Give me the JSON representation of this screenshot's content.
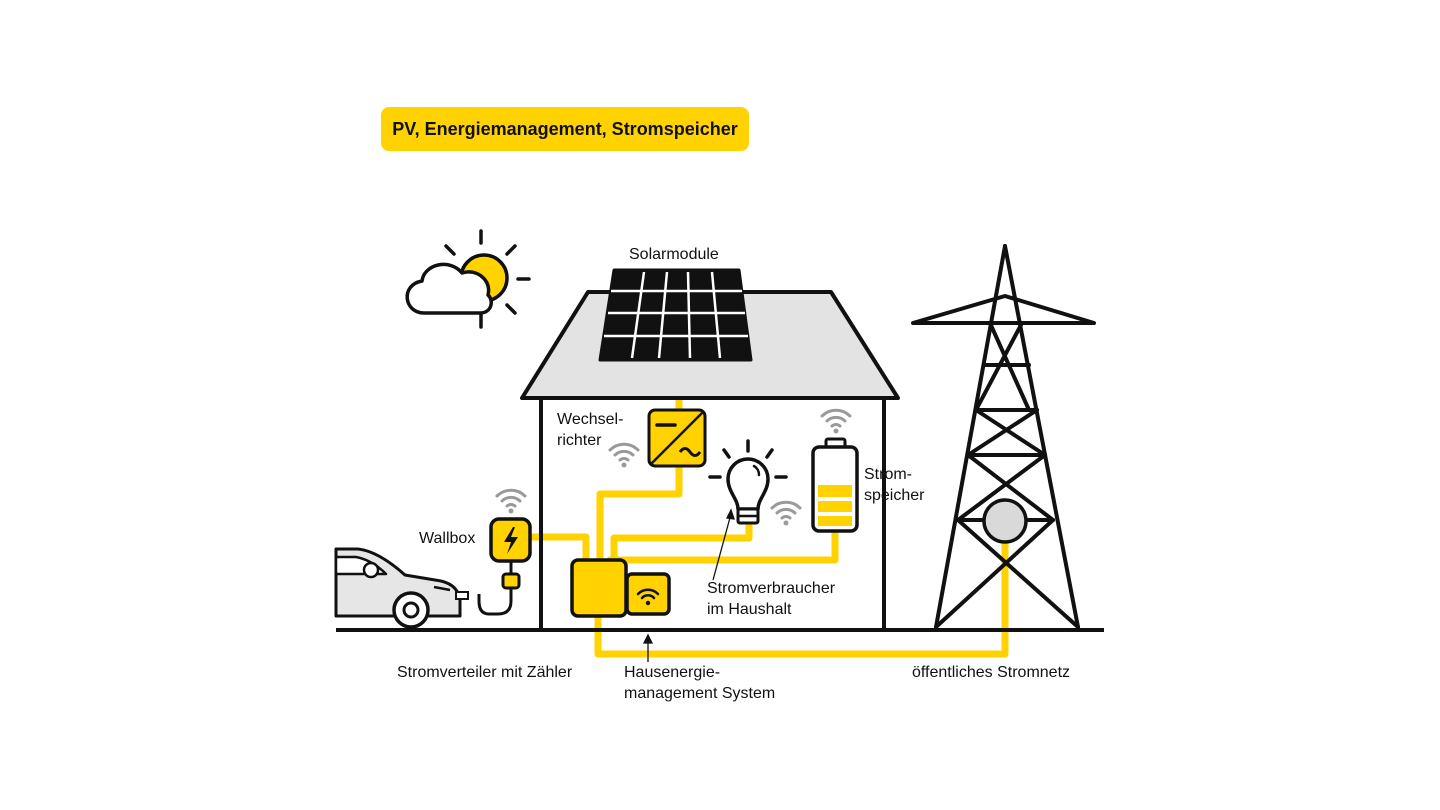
{
  "title": "PV, Energiemanagement, Stromspeicher",
  "colors": {
    "accent": "#ffd200",
    "line": "#111111",
    "roof": "#e3e3e3",
    "car": "#e6e6e6",
    "meter": "#d9d9d9",
    "wifi": "#9a9a9a"
  },
  "labels": {
    "solarmodule": "Solarmodule",
    "wechselrichter_1": "Wechsel-",
    "wechselrichter_2": "richter",
    "stromspeicher_1": "Strom-",
    "stromspeicher_2": "speicher",
    "wallbox": "Wallbox",
    "stromverbraucher_1": "Stromverbraucher",
    "stromverbraucher_2": "im Haushalt",
    "stromverteiler": "Stromverteiler mit Zähler",
    "hems_1": "Hausenergie-",
    "hems_2": "management System",
    "stromnetz": "öffentliches Stromnetz"
  },
  "icons": [
    "sun-cloud-icon",
    "solar-panel-icon",
    "inverter-icon",
    "light-bulb-icon",
    "battery-icon",
    "wallbox-icon",
    "car-icon",
    "distribution-box-icon",
    "wifi-icon",
    "power-pylon-icon",
    "grid-meter-icon"
  ]
}
